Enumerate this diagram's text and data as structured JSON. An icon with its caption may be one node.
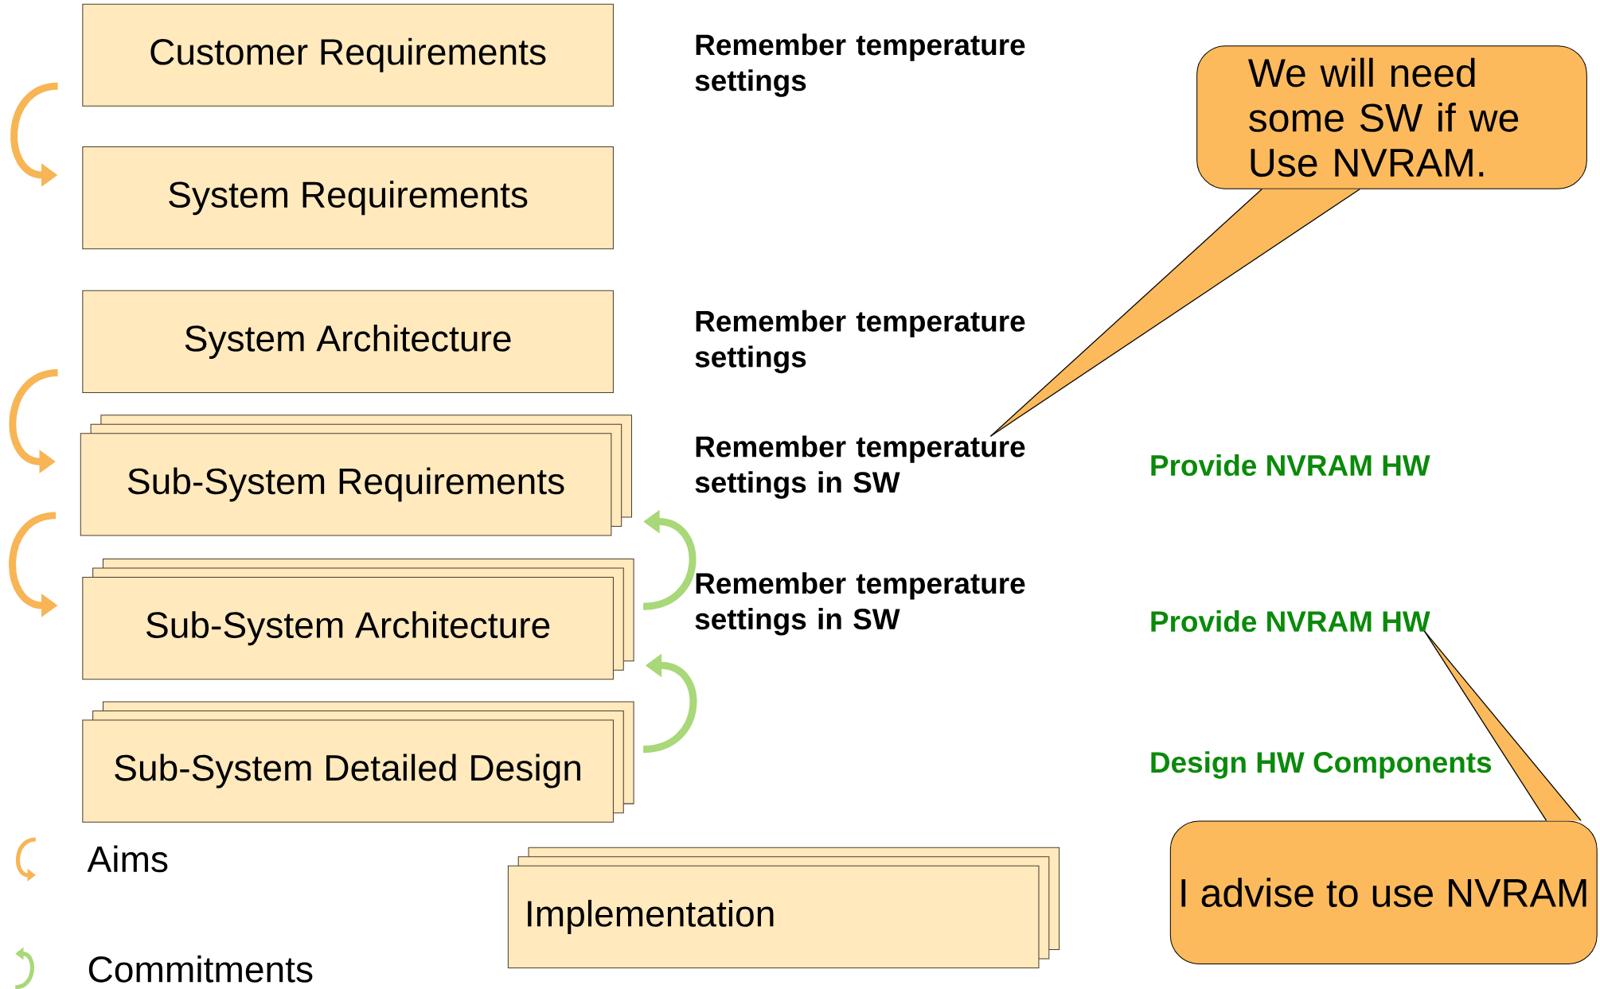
{
  "diagram": {
    "nodes": [
      {
        "text": [
          "Customer Requirements"
        ]
      },
      {
        "text": [
          "System Requirements"
        ]
      },
      {
        "text": [
          "System Architecture"
        ]
      },
      {
        "text": [
          "Sub-System Requirements"
        ]
      },
      {
        "text": [
          "Sub-System Architecture"
        ]
      },
      {
        "text": [
          "Sub-System Detailed Design"
        ]
      },
      {
        "text": [
          "Implementation"
        ]
      },
      {
        "text": [
          "Remember temperature settings"
        ]
      },
      {
        "text": [
          "Remember temperature settings"
        ]
      },
      {
        "text": [
          "Remember temperature settings in SW"
        ]
      },
      {
        "text": [
          "Remember temperature settings in SW"
        ]
      },
      {
        "text": [
          "Provide NVRAM HW"
        ]
      },
      {
        "text": [
          "Provide NVRAM HW"
        ]
      },
      {
        "text": [
          "Design HW Components"
        ]
      },
      {
        "text": [
          "We will need some SW if we Use NVRAM."
        ]
      },
      {
        "text": [
          "I advise to use NVRAM"
        ]
      }
    ],
    "edges": [
      {
        "from": 0,
        "to": 1,
        "arrow": "to"
      },
      {
        "from": 2,
        "to": 3,
        "arrow": "to"
      },
      {
        "from": 3,
        "to": 4,
        "arrow": "to"
      },
      {
        "from": 4,
        "to": 3,
        "arrow": "to",
        "color": "#a8d878"
      },
      {
        "from": 5,
        "to": 4,
        "arrow": "to",
        "color": "#a8d878"
      },
      {
        "from": 14,
        "to": 9,
        "arrow": "none",
        "color": "#000000"
      },
      {
        "from": 15,
        "to": 12,
        "arrow": "none",
        "color": "#000000"
      }
    ],
    "legend": [
      {
        "text": "Aims"
      },
      {
        "text": "Commitments"
      }
    ]
  }
}
